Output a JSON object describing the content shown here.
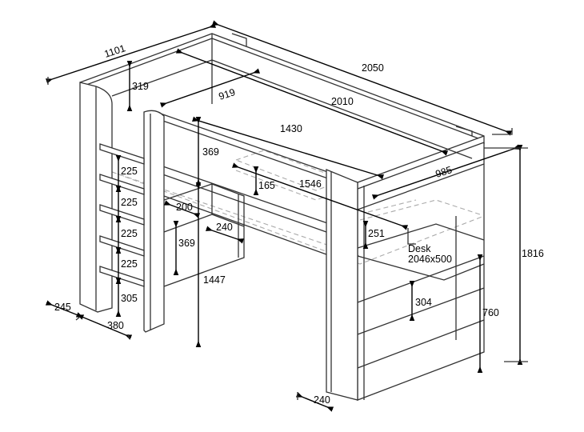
{
  "title": "Loft bed with desk – dimensions",
  "dimensions": {
    "overall_width": "1101",
    "overall_length": "2050",
    "guard_height": "319",
    "inner_width": "919",
    "mattress_length": "2010",
    "front_rail_length": "1430",
    "rail_height": "369",
    "end_depth": "985",
    "drawer_height": "165",
    "desk_span": "1546",
    "ladder_step_1": "225",
    "ladder_step_2": "225",
    "ladder_step_3": "225",
    "ladder_step_4": "225",
    "shelf_depth": "200",
    "shelf_width": "240",
    "shelf_height": "369",
    "desk_gap": "251",
    "desk_label": "Desk",
    "desk_size": "2046x500",
    "total_height": "1816",
    "clearance": "1447",
    "bottom_step": "305",
    "shelf_spacing": "304",
    "desk_height": "760",
    "ladder_depth": "245",
    "ladder_width": "380",
    "post_width": "240"
  }
}
